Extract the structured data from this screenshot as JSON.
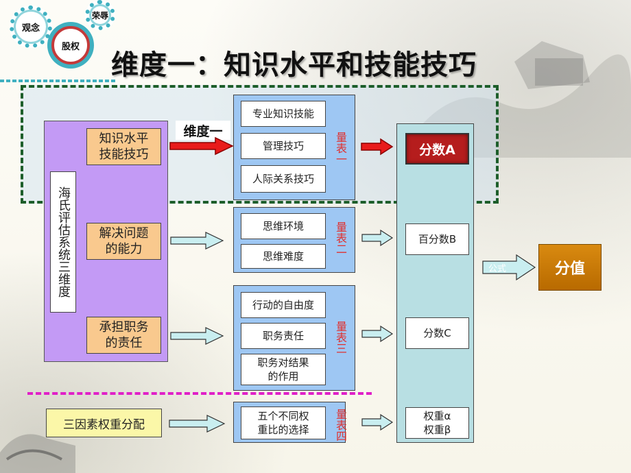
{
  "gears": {
    "top": "荣辱",
    "left": "观念",
    "center": "股权"
  },
  "title": "维度一：知识水平和技能技巧",
  "dimension_label": "维度一",
  "system_label": "海氏评估系统三维度",
  "factors": [
    {
      "label": "知识水平\n技能技巧"
    },
    {
      "label": "解决问题\n的能力"
    },
    {
      "label": "承担职务\n的责任"
    }
  ],
  "weight_factor": "三因素权重分配",
  "scales": [
    {
      "name": "量表一",
      "items": [
        "专业知识技能",
        "管理技巧",
        "人际关系技巧"
      ]
    },
    {
      "name": "量表二",
      "items": [
        "思维环境",
        "思维难度"
      ]
    },
    {
      "name": "量表三",
      "items": [
        "行动的自由度",
        "职务责任",
        "职务对结果\n的作用"
      ]
    },
    {
      "name": "量表四",
      "items": [
        "五个不同权\n重比的选择"
      ]
    }
  ],
  "scores": {
    "a": "分数A",
    "b": "百分数B",
    "c": "分数C",
    "weights": "权重α\n权重β"
  },
  "formula_label": "公式",
  "result": "分值",
  "colors": {
    "purple": "#c39af5",
    "orange": "#f9c98e",
    "blue": "#9ec7f3",
    "teal": "#b8dfe3",
    "red": "#b51d1d",
    "result": "#c87a05",
    "dash_green": "#1d5e2a",
    "magenta": "#e020c8"
  }
}
